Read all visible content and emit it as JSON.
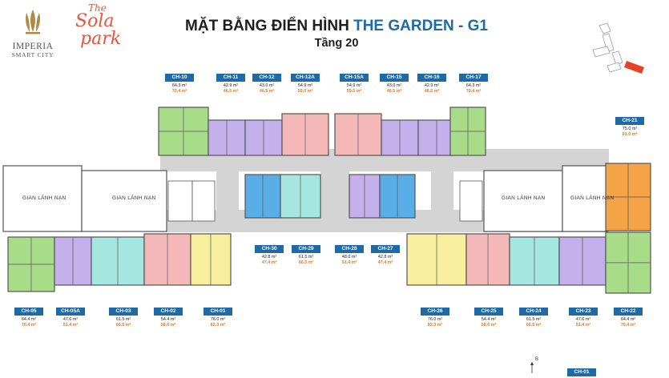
{
  "logos": {
    "imperia": {
      "name": "IMPERIA",
      "sub": "SMART CITY"
    },
    "sola": {
      "the": "The",
      "sola": "Sola",
      "park": "park"
    }
  },
  "header": {
    "title_prefix": "MẶT BẰNG ĐIỂN HÌNH",
    "title_accent": "THE GARDEN - G1",
    "subtitle": "Tầng 20"
  },
  "colors": {
    "tag_blue": "#1f6aa5",
    "area_orange": "#e07a2b",
    "green": "#a8dc88",
    "purple": "#c4b0ea",
    "pink": "#f4b8b8",
    "teal": "#a6e6e0",
    "blue": "#5aaee8",
    "yellow": "#f7ee9e",
    "orange": "#f4a446",
    "corridor": "#d4d4d4"
  },
  "labels": {
    "common_room": "GIAN LÁNH NẠN",
    "compass": "B"
  },
  "units": [
    {
      "code": "CH-10",
      "a1": "64.3 m²",
      "a2": "70.4 m²"
    },
    {
      "code": "CH-11",
      "a1": "42.9 m²",
      "a2": "46.5 m²"
    },
    {
      "code": "CH-12",
      "a1": "43.0 m²",
      "a2": "46.5 m²"
    },
    {
      "code": "CH-12A",
      "a1": "54.9 m²",
      "a2": "59.0 m²"
    },
    {
      "code": "CH-15A",
      "a1": "54.9 m²",
      "a2": "59.0 m²"
    },
    {
      "code": "CH-15",
      "a1": "43.0 m²",
      "a2": "46.5 m²"
    },
    {
      "code": "CH-16",
      "a1": "42.9 m²",
      "a2": "46.5 m²"
    },
    {
      "code": "CH-17",
      "a1": "64.3 m²",
      "a2": "70.4 m²"
    },
    {
      "code": "CH-21",
      "a1": "75.0 m²",
      "a2": "81.0 m²"
    },
    {
      "code": "CH-30",
      "a1": "42.8 m²",
      "a2": "47.4 m²"
    },
    {
      "code": "CH-29",
      "a1": "61.5 m²",
      "a2": "66.5 m²"
    },
    {
      "code": "CH-28",
      "a1": "48.0 m²",
      "a2": "51.4 m²"
    },
    {
      "code": "CH-27",
      "a1": "42.8 m²",
      "a2": "47.4 m²"
    },
    {
      "code": "CH-05",
      "a1": "64.4 m²",
      "a2": "70.4 m²"
    },
    {
      "code": "CH-05A",
      "a1": "47.6 m²",
      "a2": "51.4 m²"
    },
    {
      "code": "CH-03",
      "a1": "61.5 m²",
      "a2": "66.5 m²"
    },
    {
      "code": "CH-02",
      "a1": "54.4 m²",
      "a2": "58.6 m²"
    },
    {
      "code": "CH-01",
      "a1": "76.0 m²",
      "a2": "82.3 m²"
    },
    {
      "code": "CH-26",
      "a1": "76.0 m²",
      "a2": "82.3 m²"
    },
    {
      "code": "CH-25",
      "a1": "54.4 m²",
      "a2": "58.6 m²"
    },
    {
      "code": "CH-24",
      "a1": "61.5 m²",
      "a2": "66.5 m²"
    },
    {
      "code": "CH-23",
      "a1": "47.6 m²",
      "a2": "51.4 m²"
    },
    {
      "code": "CH-22",
      "a1": "64.4 m²",
      "a2": "70.4 m²"
    },
    {
      "code": "CH-01",
      "a1": "",
      "a2": ""
    }
  ]
}
